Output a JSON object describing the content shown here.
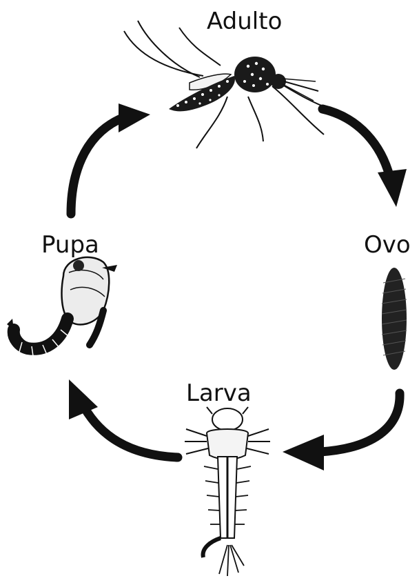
{
  "stages": {
    "adult": "Adulto",
    "egg": "Ovo",
    "larva": "Larva",
    "pupa": "Pupa"
  },
  "cycle_order": [
    "Adulto",
    "Ovo",
    "Larva",
    "Pupa"
  ],
  "colors": {
    "ink": "#111111",
    "background": "#ffffff"
  }
}
